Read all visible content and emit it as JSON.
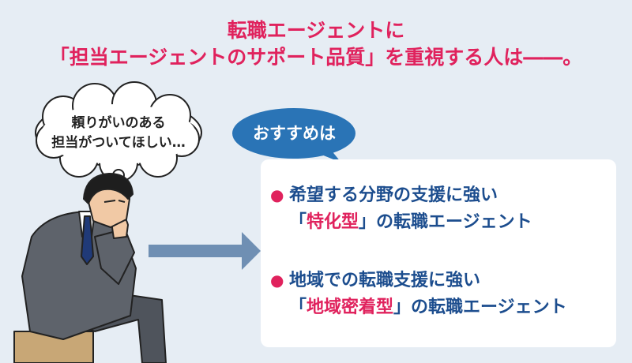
{
  "headline": {
    "line1": "転職エージェントに",
    "line2": "「担当エージェントのサポート品質」を重視する人は――。"
  },
  "thought": {
    "line1": "頼りがいのある",
    "line2": "担当がついてほしい…"
  },
  "recommendation": {
    "badge": "おすすめは",
    "items": [
      {
        "bullet": "●",
        "line1": "希望する分野の支援に強い",
        "line2_open": "「",
        "line2_highlight": "特化型",
        "line2_close": "」の転職エージェント"
      },
      {
        "bullet": "●",
        "line1": "地域での転職支援に強い",
        "line2_open": "「",
        "line2_highlight": "地域密着型",
        "line2_close": "」の転職エージェント"
      }
    ]
  },
  "colors": {
    "background": "#e6edf4",
    "accent_pink": "#e0225d",
    "text_blue": "#1c4d8e",
    "badge_blue": "#2a74b6",
    "arrow": "#6f8fb3"
  },
  "illustration": "worried-businessman"
}
